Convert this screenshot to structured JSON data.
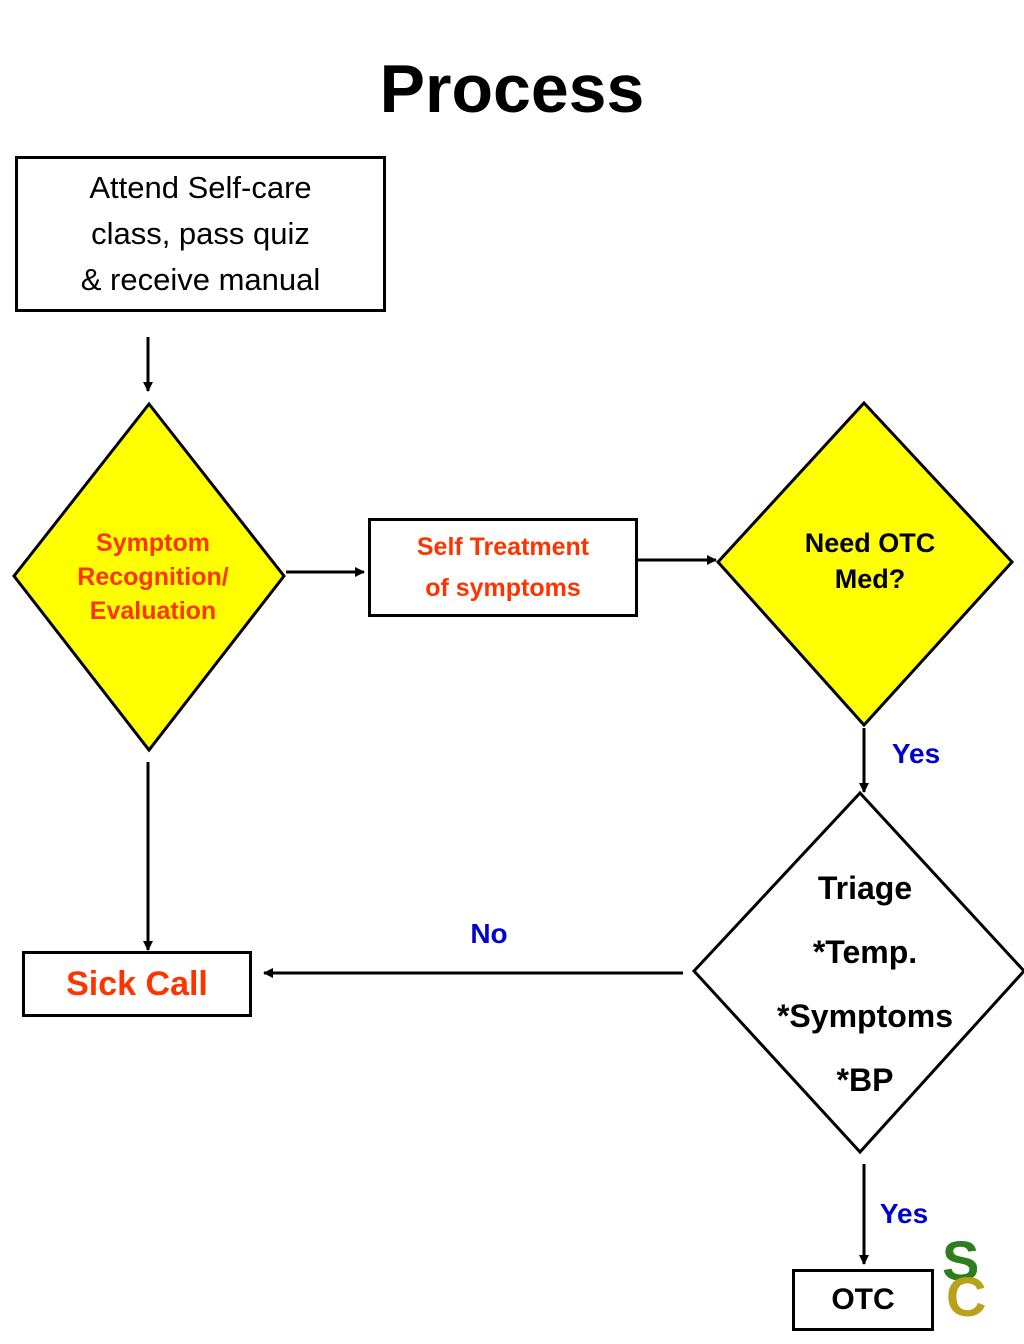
{
  "title": "Process",
  "nodes": {
    "class": {
      "lines": [
        "Attend Self-care",
        "class, pass quiz",
        "& receive manual"
      ]
    },
    "symptom": {
      "lines": [
        "Symptom",
        "Recognition/",
        "Evaluation"
      ]
    },
    "self_treatment": {
      "lines": [
        "Self Treatment",
        "of symptoms"
      ]
    },
    "need_otc": {
      "lines": [
        "Need OTC",
        "Med?"
      ]
    },
    "triage": {
      "lines": [
        "Triage",
        "*Temp.",
        "*Symptoms",
        "*BP"
      ]
    },
    "sick_call": {
      "label": "Sick Call"
    },
    "otc": {
      "label": "OTC"
    }
  },
  "edge_labels": {
    "yes_top": "Yes",
    "no": "No",
    "yes_bottom": "Yes"
  },
  "logo": {
    "letter1": "S",
    "letter2": "C"
  },
  "colors": {
    "diamond_fill": "#ffff00",
    "node_text_red": "#ff3300",
    "edge_label_blue": "#0000cc",
    "logo_green": "#2e7d1e",
    "logo_gold": "#b8a21a"
  }
}
